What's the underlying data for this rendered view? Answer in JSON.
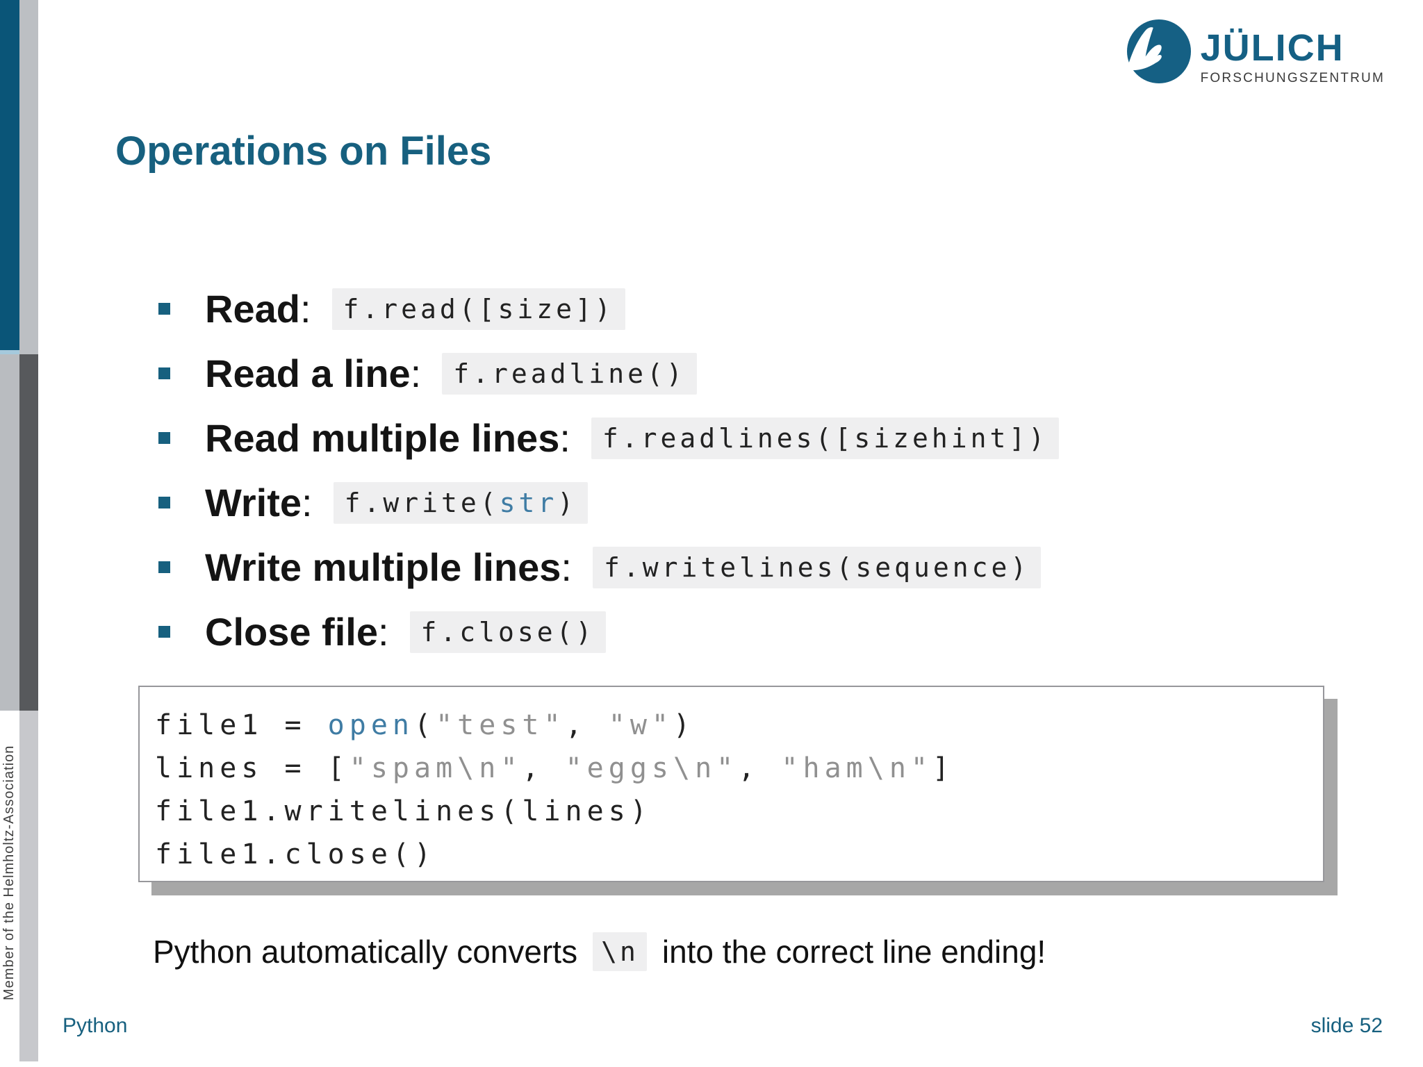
{
  "slide": {
    "title": "Operations on Files",
    "sidebar_text": "Member of the Helmholtz-Association",
    "label_suffix": ":",
    "note_prefix": "Python automatically converts",
    "note_code": "\\n",
    "note_suffix": "into the correct line ending!",
    "footer_left": "Python",
    "footer_right": "slide 52"
  },
  "logo": {
    "name": "JÜLICH",
    "subtitle": "FORSCHUNGSZENTRUM"
  },
  "bullets": [
    {
      "label": "Read",
      "code": [
        {
          "t": "f.read([size])",
          "c": "plain"
        }
      ]
    },
    {
      "label": "Read a line",
      "code": [
        {
          "t": "f.readline()",
          "c": "plain"
        }
      ]
    },
    {
      "label": "Read multiple lines",
      "code": [
        {
          "t": "f.readlines([sizehint])",
          "c": "plain"
        }
      ]
    },
    {
      "label": "Write",
      "code": [
        {
          "t": "f.write(",
          "c": "plain"
        },
        {
          "t": "str",
          "c": "kw"
        },
        {
          "t": ")",
          "c": "plain"
        }
      ]
    },
    {
      "label": "Write multiple lines",
      "code": [
        {
          "t": "f.writelines(sequence)",
          "c": "plain"
        }
      ]
    },
    {
      "label": "Close file",
      "code": [
        {
          "t": "f.close()",
          "c": "plain"
        }
      ]
    }
  ],
  "code_block": {
    "lines": [
      [
        {
          "t": "file1 = ",
          "c": "plain"
        },
        {
          "t": "open",
          "c": "kw"
        },
        {
          "t": "(",
          "c": "plain"
        },
        {
          "t": "\"test\"",
          "c": "str"
        },
        {
          "t": ", ",
          "c": "plain"
        },
        {
          "t": "\"w\"",
          "c": "str"
        },
        {
          "t": ")",
          "c": "plain"
        }
      ],
      [
        {
          "t": "lines = [",
          "c": "plain"
        },
        {
          "t": "\"spam\\n\"",
          "c": "str"
        },
        {
          "t": ", ",
          "c": "plain"
        },
        {
          "t": "\"eggs\\n\"",
          "c": "str"
        },
        {
          "t": ", ",
          "c": "plain"
        },
        {
          "t": "\"ham\\n\"",
          "c": "str"
        },
        {
          "t": "]",
          "c": "plain"
        }
      ],
      [
        {
          "t": "file1.writelines(lines)",
          "c": "plain"
        }
      ],
      [
        {
          "t": "file1.close()",
          "c": "plain"
        }
      ]
    ]
  },
  "colors": {
    "accent": "#17607f",
    "logo_teal": "#156084",
    "bar_teal": "#0a5578",
    "bar_sliver": "#a5c9dc",
    "bar_silver": "#b9bcc0",
    "bar_silver2": "#bcbfc3",
    "bar_dark": "#57595c",
    "bar_light": "#c7c8cc",
    "chip_bg": "#efeff0",
    "code_plain": "#222222",
    "code_kw": "#3f7ca4",
    "code_str": "#909090",
    "shadow": "#a7a7a7"
  }
}
